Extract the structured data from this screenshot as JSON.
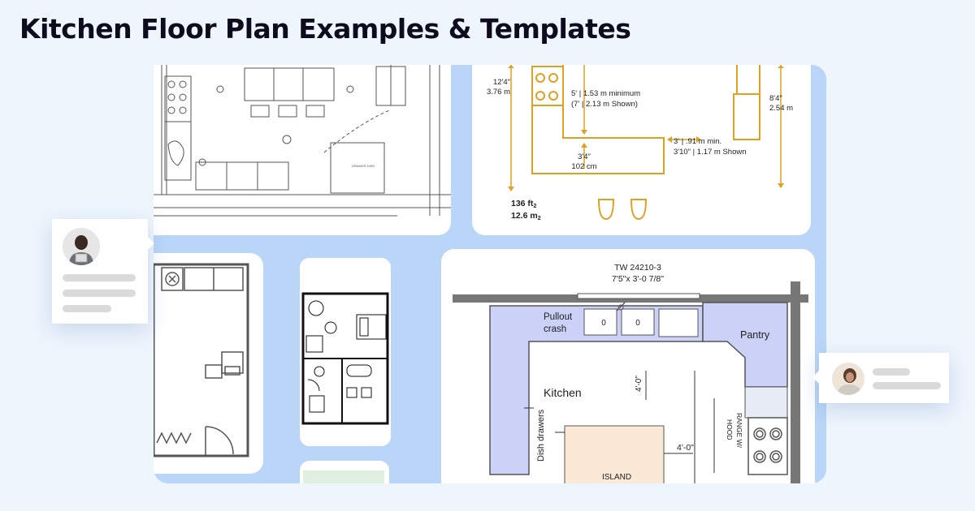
{
  "page": {
    "title": "Kitchen Floor Plan Examples & Templates"
  },
  "plan_a": {
    "note": "DRAWER DISH"
  },
  "plan_b": {
    "height_left_ft": "12'4\"",
    "height_left_m": "3.76 m",
    "aisle_ft": "5' | 1.53 m minimum",
    "aisle_shown": "(7' | 2.13 m Shown)",
    "height_right_ft": "8'4\"",
    "height_right_m": "2.54 m",
    "counter_min": "3' | .91 m min.",
    "counter_shown": "3'10\" | 1.17 m Shown",
    "depth_ft": "3'4\"",
    "depth_cm": "102 cm",
    "area_ft": "136 ft",
    "area_ft_sup": "2",
    "area_m": "12.6 m",
    "area_m_sup": "2"
  },
  "plan_f": {
    "window_code": "TW 24210-3",
    "window_size": "7'5\"x 3'-0 7/8\"",
    "pullout": "Pullout",
    "pullout_2": "crash",
    "pantry": "Pantry",
    "dish_drawers": "Dish drawers",
    "kitchen": "Kitchen",
    "dim_1": "4'-0\"",
    "dim_2": "4'-0\"",
    "range": "RANGE W/",
    "hood": "HOOD",
    "island": "ISLAND",
    "sink_left": "0",
    "sink_right": "0"
  },
  "colors": {
    "background": "#eef5fd",
    "stage": "#b9d6f8",
    "plan_orange": "#e0a020",
    "cabinet_blue": "#cbd1f7",
    "island": "#fbe9d7"
  },
  "icons": [
    "avatar",
    "avatar"
  ]
}
